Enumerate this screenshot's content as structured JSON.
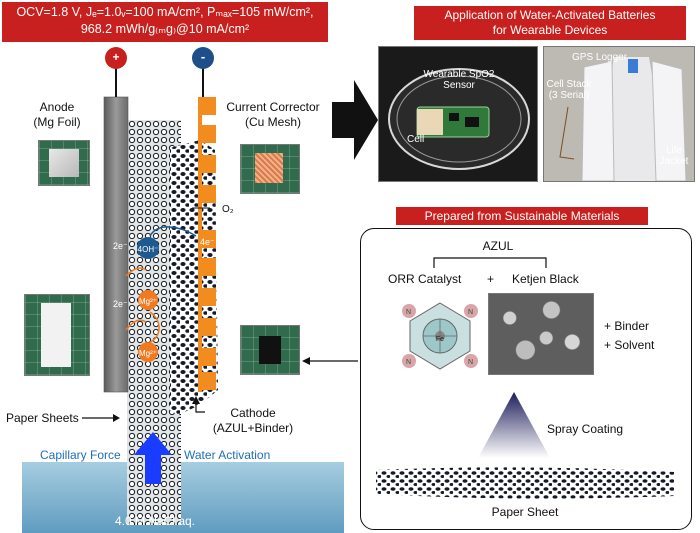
{
  "header": {
    "spec_line1": "OCV=1.8 V, Jₑ=1.0ᵥ=100 mA/cm², Pₘₐₓ=105 mW/cm²,",
    "spec_line2": "968.2 mWh/g₍ₘg₎@10 mA/cm²"
  },
  "application": {
    "title_line1": "Application of Water-Activated Batteries",
    "title_line2": "for Wearable Devices",
    "photo1": {
      "label_sensor_line1": "Wearable SpO2",
      "label_sensor_line2": "Sensor",
      "label_cell": "Cell"
    },
    "photo2": {
      "label_gps": "GPS Logger",
      "label_stack_line1": "Cell Stack",
      "label_stack_line2": "(3 Serial)",
      "label_jacket_line1": "Life",
      "label_jacket_line2": "Jacket"
    }
  },
  "battery": {
    "plus_sign": "+",
    "minus_sign": "-",
    "anode_line1": "Anode",
    "anode_line2": "(Mg Foil)",
    "collector_line1": "Current Corrector",
    "collector_line2": "(Cu Mesh)",
    "o2": "O₂",
    "oh": "4OH⁻",
    "e_4": "4e⁻",
    "e_2a": "2e⁻",
    "e_2b": "2e⁻",
    "mg1": "Mg²⁺",
    "mg2": "Mg²⁺",
    "paper_sheets": "Paper Sheets",
    "cathode_line1": "Cathode",
    "cathode_line2": "(AZUL+Binder)",
    "capillary": "Capillary Force",
    "water_activation": "Water Activation",
    "electrolyte": "4.0 M NaCl aq."
  },
  "materials": {
    "title": "Prepared from Sustainable Materials",
    "azul": "AZUL",
    "orr": "ORR Catalyst",
    "plus": "+",
    "ketjen": "Ketjen Black",
    "binder": "+ Binder",
    "solvent": "+ Solvent",
    "spray": "Spray Coating",
    "paper_sheet": "Paper Sheet",
    "fe": "Fe",
    "n_label": "N"
  },
  "colors": {
    "red": "#c8201e",
    "orange": "#f28c1e",
    "blue_electrode": "#1f4f8a",
    "ion_blue": "#1d5a8f",
    "ion_orange": "#f07a22",
    "caption_blue": "#1f6fb8",
    "electrolyte": "#7fb3d0"
  }
}
